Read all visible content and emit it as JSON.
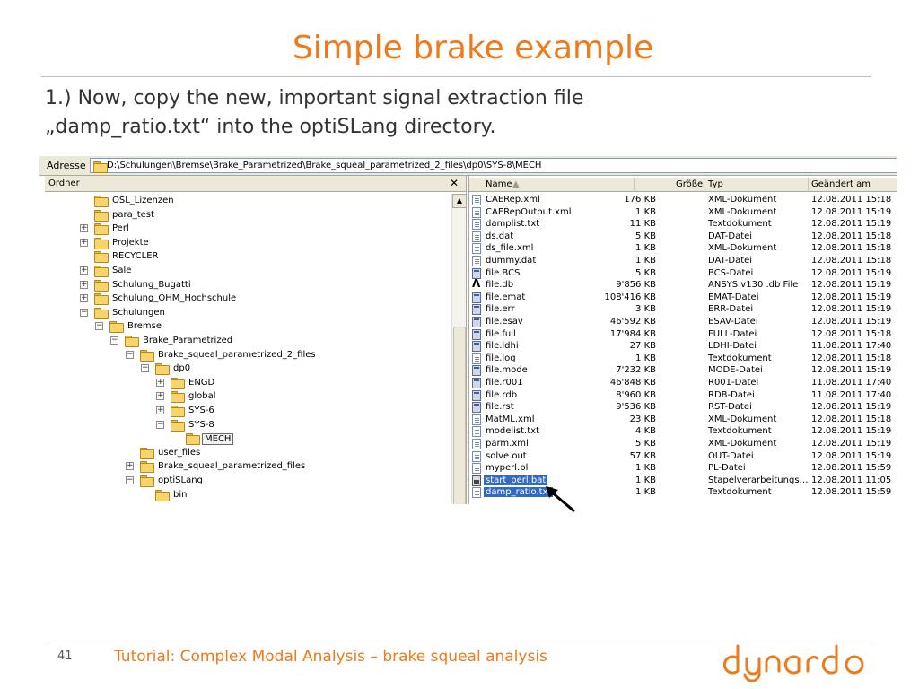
{
  "slide": {
    "title": "Simple brake example",
    "text_line1": "1.) Now, copy the new, important signal extraction file",
    "text_line2": "„damp_ratio.txt“ into the optiSLang directory.",
    "page_number": "41",
    "footer_text": "Tutorial: Complex Modal Analysis – brake squeal analysis",
    "logo_text": "dynardo",
    "accent_color": "#ee7a1b"
  },
  "explorer": {
    "address_label": "Adresse",
    "address_path": "D:\\Schulungen\\Bremse\\Brake_Parametrized\\Brake_squeal_parametrized_2_files\\dp0\\SYS-8\\MECH",
    "tree_header": "Ordner",
    "tree": [
      {
        "label": "OSL_Lizenzen",
        "expander": ""
      },
      {
        "label": "para_test",
        "expander": ""
      },
      {
        "label": "Perl",
        "expander": "+"
      },
      {
        "label": "Projekte",
        "expander": "+"
      },
      {
        "label": "RECYCLER",
        "expander": ""
      },
      {
        "label": "Sale",
        "expander": "+"
      },
      {
        "label": "Schulung_Bugatti",
        "expander": "+"
      },
      {
        "label": "Schulung_OHM_Hochschule",
        "expander": "+"
      },
      {
        "label": "Schulungen",
        "expander": "−"
      },
      {
        "label": "Bremse",
        "expander": "−"
      },
      {
        "label": "Brake_Parametrized",
        "expander": "−"
      },
      {
        "label": "Brake_squeal_parametrized_2_files",
        "expander": "−"
      },
      {
        "label": "dp0",
        "expander": "−"
      },
      {
        "label": "ENGD",
        "expander": "+"
      },
      {
        "label": "global",
        "expander": "+"
      },
      {
        "label": "SYS-6",
        "expander": "+"
      },
      {
        "label": "SYS-8",
        "expander": "−"
      },
      {
        "label": "MECH",
        "expander": ""
      },
      {
        "label": "user_files",
        "expander": ""
      },
      {
        "label": "Brake_squeal_parametrized_files",
        "expander": "+"
      },
      {
        "label": "optiSLang",
        "expander": "−"
      },
      {
        "label": "bin",
        "expander": ""
      }
    ],
    "columns": {
      "name": "Name",
      "size": "Größe",
      "type": "Typ",
      "date": "Geändert am"
    },
    "files": [
      {
        "name": "CAERep.xml",
        "size": "176 KB",
        "type": "XML-Dokument",
        "date": "12.08.2011 15:18",
        "icon": "doc"
      },
      {
        "name": "CAERepOutput.xml",
        "size": "1 KB",
        "type": "XML-Dokument",
        "date": "12.08.2011 15:19",
        "icon": "doc"
      },
      {
        "name": "damplist.txt",
        "size": "11 KB",
        "type": "Textdokument",
        "date": "12.08.2011 15:19",
        "icon": "doc"
      },
      {
        "name": "ds.dat",
        "size": "5 KB",
        "type": "DAT-Datei",
        "date": "12.08.2011 15:18",
        "icon": "doc"
      },
      {
        "name": "ds_file.xml",
        "size": "1 KB",
        "type": "XML-Dokument",
        "date": "12.08.2011 15:18",
        "icon": "doc"
      },
      {
        "name": "dummy.dat",
        "size": "1 KB",
        "type": "DAT-Datei",
        "date": "12.08.2011 15:18",
        "icon": "doc"
      },
      {
        "name": "file.BCS",
        "size": "5 KB",
        "type": "BCS-Datei",
        "date": "12.08.2011 15:19",
        "icon": "win"
      },
      {
        "name": "file.db",
        "size": "9'856 KB",
        "type": "ANSYS v130 .db File",
        "date": "12.08.2011 15:19",
        "icon": "ansys"
      },
      {
        "name": "file.emat",
        "size": "108'416 KB",
        "type": "EMAT-Datei",
        "date": "12.08.2011 15:19",
        "icon": "win"
      },
      {
        "name": "file.err",
        "size": "3 KB",
        "type": "ERR-Datei",
        "date": "12.08.2011 15:19",
        "icon": "win"
      },
      {
        "name": "file.esav",
        "size": "46'592 KB",
        "type": "ESAV-Datei",
        "date": "12.08.2011 15:19",
        "icon": "win"
      },
      {
        "name": "file.full",
        "size": "17'984 KB",
        "type": "FULL-Datei",
        "date": "12.08.2011 15:18",
        "icon": "win"
      },
      {
        "name": "file.ldhi",
        "size": "27 KB",
        "type": "LDHI-Datei",
        "date": "11.08.2011 17:40",
        "icon": "win"
      },
      {
        "name": "file.log",
        "size": "1 KB",
        "type": "Textdokument",
        "date": "12.08.2011 15:18",
        "icon": "doc"
      },
      {
        "name": "file.mode",
        "size": "7'232 KB",
        "type": "MODE-Datei",
        "date": "12.08.2011 15:19",
        "icon": "win"
      },
      {
        "name": "file.r001",
        "size": "46'848 KB",
        "type": "R001-Datei",
        "date": "11.08.2011 17:40",
        "icon": "win"
      },
      {
        "name": "file.rdb",
        "size": "8'960 KB",
        "type": "RDB-Datei",
        "date": "11.08.2011 17:40",
        "icon": "win"
      },
      {
        "name": "file.rst",
        "size": "9'536 KB",
        "type": "RST-Datei",
        "date": "12.08.2011 15:19",
        "icon": "win"
      },
      {
        "name": "MatML.xml",
        "size": "23 KB",
        "type": "XML-Dokument",
        "date": "12.08.2011 15:18",
        "icon": "doc"
      },
      {
        "name": "modelist.txt",
        "size": "4 KB",
        "type": "Textdokument",
        "date": "12.08.2011 15:19",
        "icon": "doc"
      },
      {
        "name": "parm.xml",
        "size": "5 KB",
        "type": "XML-Dokument",
        "date": "12.08.2011 15:19",
        "icon": "doc"
      },
      {
        "name": "solve.out",
        "size": "57 KB",
        "type": "OUT-Datei",
        "date": "12.08.2011 15:19",
        "icon": "doc"
      },
      {
        "name": "myperl.pl",
        "size": "1 KB",
        "type": "PL-Datei",
        "date": "12.08.2011 15:59",
        "icon": "doc"
      },
      {
        "name": "start_perl.bat",
        "size": "1 KB",
        "type": "Stapelverarbeitungs…",
        "date": "12.08.2011 11:05",
        "icon": "bat",
        "selected": true
      },
      {
        "name": "damp_ratio.txt",
        "size": "1 KB",
        "type": "Textdokument",
        "date": "12.08.2011 15:59",
        "icon": "doc",
        "selected": true
      }
    ]
  }
}
